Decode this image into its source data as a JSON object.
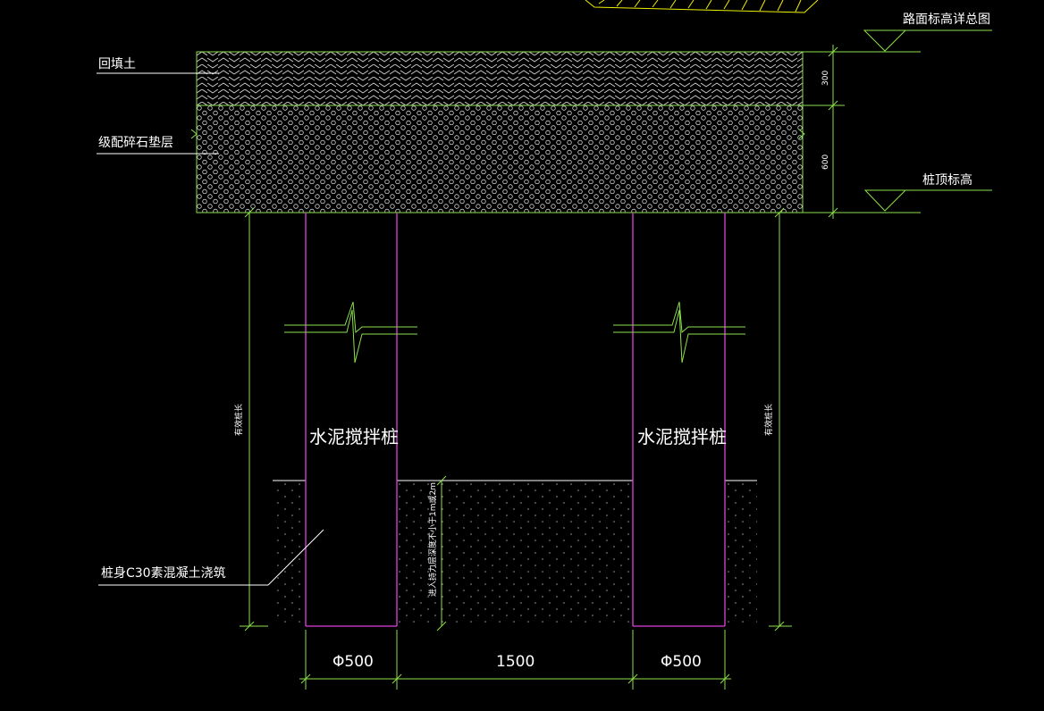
{
  "labels": {
    "backfill": "回填土",
    "gravel_layer": "级配碎石垫层",
    "road_elevation": "路面标高详总图",
    "pile_top_elevation": "桩顶标高",
    "pile_left": "水泥搅拌桩",
    "pile_right": "水泥搅拌桩",
    "pile_body_note": "桩身C30素混凝土浇筑",
    "effective_length_left": "有效桩长",
    "effective_length_right": "有效桩长",
    "soil_depth_note": "进入持力层深度不小于1m或2m"
  },
  "dimensions": {
    "layer_top": "300",
    "layer_bottom": "600",
    "pile_dia_left": "Φ500",
    "spacing": "1500",
    "pile_dia_right": "Φ500"
  },
  "colors": {
    "background": "#000000",
    "green": "#8be04a",
    "magenta": "#e040e0",
    "yellow": "#f0f000",
    "white": "#ffffff",
    "gray": "#a0a0a0"
  }
}
